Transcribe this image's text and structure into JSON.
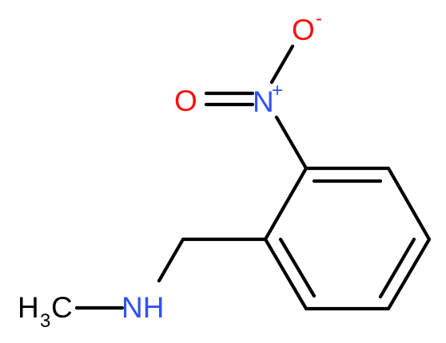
{
  "atoms": {
    "methyl": {
      "main": "H",
      "sub": "3",
      "tail": "C"
    },
    "amine": {
      "label": "NH"
    },
    "nitro_n": {
      "label": "N",
      "charge": "+"
    },
    "oxygen_double": {
      "label": "O"
    },
    "oxygen_single": {
      "label": "O",
      "charge": "-"
    }
  },
  "colors": {
    "bond": "#000000",
    "carbon": "#000000",
    "nitrogen": "#3050F8",
    "oxygen": "#FF0D0D"
  }
}
